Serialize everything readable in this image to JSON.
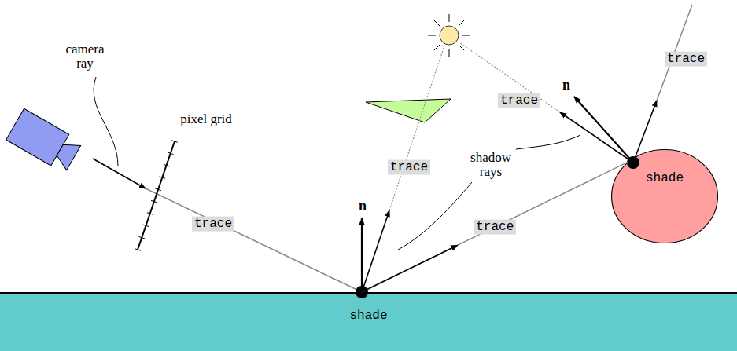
{
  "diagram": {
    "nodes": [
      {
        "text": [
          "shade"
        ]
      },
      {
        "text": [
          "shade"
        ]
      }
    ],
    "edges": [
      {
        "from": 0,
        "to": 1,
        "arrow": "to",
        "label": "trace"
      }
    ],
    "labels": [
      "camera ray",
      "pixel grid",
      "trace",
      "trace",
      "n",
      "shadow rays",
      "n",
      "trace",
      "trace"
    ]
  }
}
